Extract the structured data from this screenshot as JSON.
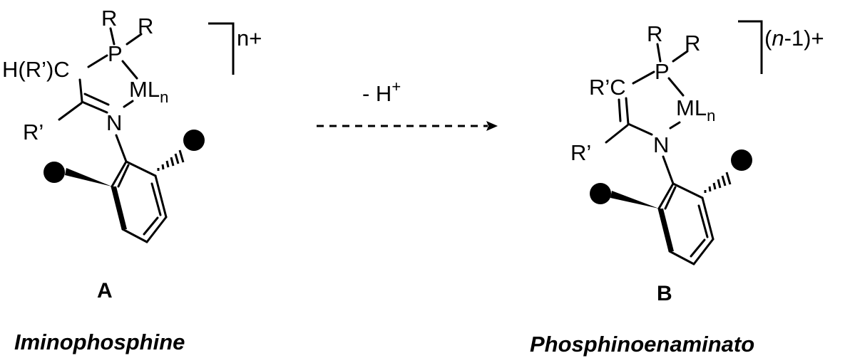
{
  "left": {
    "atoms": {
      "r_top1": "R",
      "r_top2": "R",
      "p": "P",
      "chr": "H(R’)C",
      "m": "M",
      "l": "L",
      "l_sub": "n",
      "n": "N",
      "rprime": "R’"
    },
    "charge": "n+",
    "label": "A",
    "name": "Iminophosphine"
  },
  "arrow": {
    "reagent": "-  H",
    "reagent_sup": "+"
  },
  "right": {
    "atoms": {
      "r_top1": "R",
      "r_top2": "R",
      "p": "P",
      "rc": "R’C",
      "m": "M",
      "l": "L",
      "l_sub": "n",
      "n": "N",
      "rprime": "R’"
    },
    "charge_open": "(",
    "charge_n": "n",
    "charge_rest": "-1)+",
    "label": "B",
    "name": "Phosphinoenaminato"
  }
}
